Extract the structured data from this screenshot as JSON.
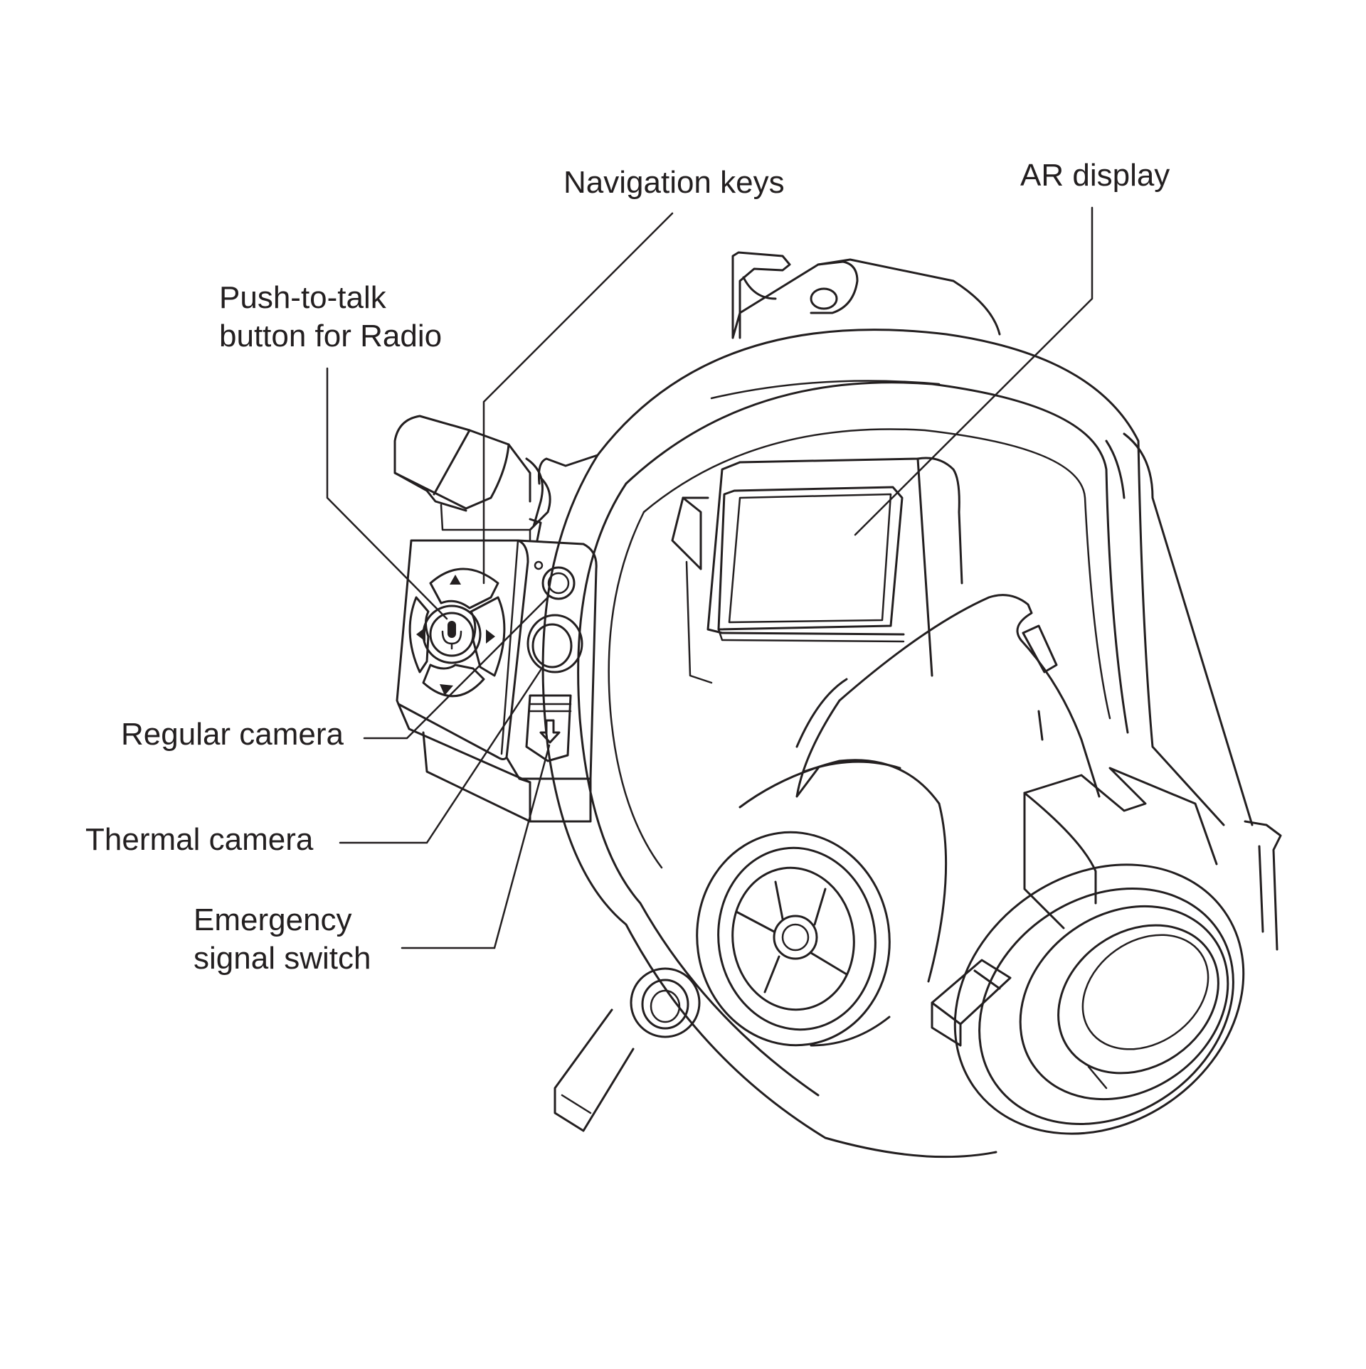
{
  "labels": {
    "navigation_keys": "Navigation keys",
    "ar_display": "AR display",
    "push_to_talk_line1": "Push-to-talk",
    "push_to_talk_line2": "button for Radio",
    "regular_camera": "Regular camera",
    "thermal_camera": "Thermal camera",
    "emergency_line1": "Emergency",
    "emergency_line2": "signal switch"
  },
  "colors": {
    "ink": "#231f20",
    "background": "#ffffff"
  },
  "icons": [
    "microphone-icon",
    "arrow-up-icon",
    "arrow-down-icon",
    "arrow-left-icon",
    "arrow-right-icon",
    "down-arrow-icon"
  ]
}
